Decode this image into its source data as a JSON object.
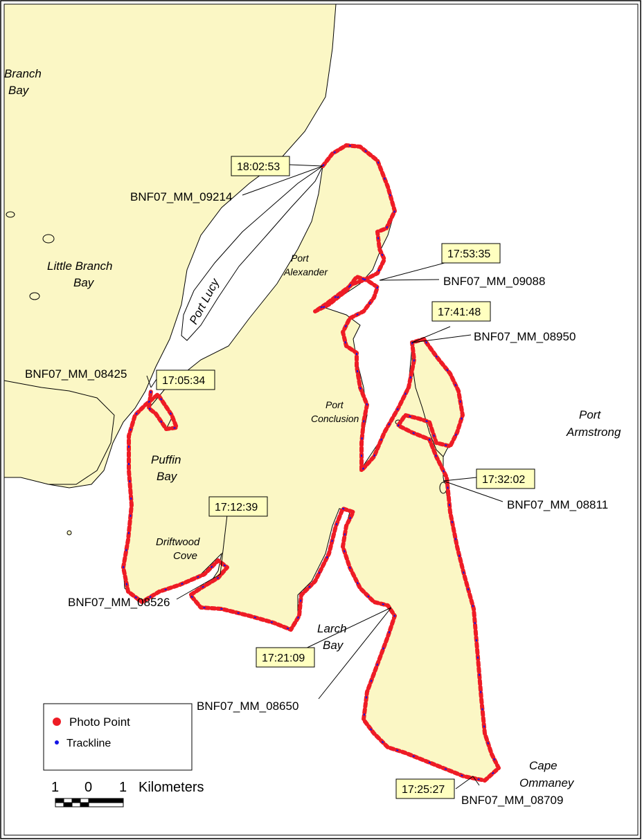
{
  "place_labels": {
    "branch_bay_a": "Branch",
    "branch_bay_b": "Bay",
    "little_branch_a": "Little Branch",
    "little_branch_b": "Bay",
    "port_lucy": "Port Lucy",
    "port_alexander_a": "Port",
    "port_alexander_b": "Alexander",
    "port_conclusion_a": "Port",
    "port_conclusion_b": "Conclusion",
    "port_armstrong_a": "Port",
    "port_armstrong_b": "Armstrong",
    "puffin_a": "Puffin",
    "puffin_b": "Bay",
    "driftwood_a": "Driftwood",
    "driftwood_b": "Cove",
    "larch_a": "Larch",
    "larch_b": "Bay",
    "cape_a": "Cape",
    "cape_b": "Ommaney"
  },
  "photo_ids": {
    "p09214": "BNF07_MM_09214",
    "p09088": "BNF07_MM_09088",
    "p08950": "BNF07_MM_08950",
    "p08425": "BNF07_MM_08425",
    "p08811": "BNF07_MM_08811",
    "p08526": "BNF07_MM_08526",
    "p08650": "BNF07_MM_08650",
    "p08709": "BNF07_MM_08709"
  },
  "timestamps": {
    "t1": "18:02:53",
    "t2": "17:53:35",
    "t3": "17:41:48",
    "t4": "17:05:34",
    "t5": "17:32:02",
    "t6": "17:12:39",
    "t7": "17:21:09",
    "t8": "17:25:27"
  },
  "legend": {
    "photo_point": "Photo Point",
    "trackline": "Trackline"
  },
  "scale_bar": {
    "tick_1": "1",
    "tick_0": "0",
    "tick_2": "1",
    "units": "Kilometers"
  },
  "colors": {
    "land": "#fbf7c5",
    "photo_point": "#ee1c25",
    "trackline": "#1414e6",
    "callout_fill": "#ffffc0"
  }
}
